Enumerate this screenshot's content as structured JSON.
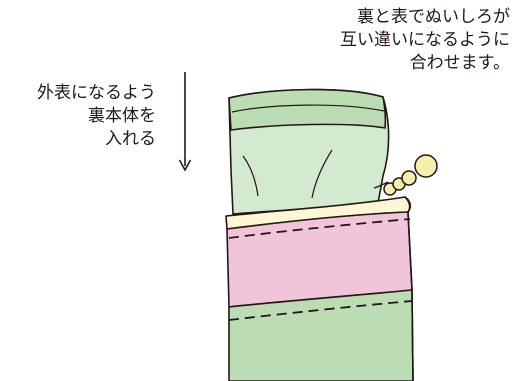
{
  "annotations": {
    "seam_note": [
      "裏と表でぬいしろが",
      "互い違いになるように",
      "合わせます。"
    ],
    "insert_note": [
      "外表になるよう",
      "裏本体を",
      "入れる"
    ]
  },
  "colors": {
    "green_fabric": "#bcdcb4",
    "light_green_lining": "#d4ead0",
    "pink_band": "#f2c4da",
    "cream_lining": "#fdf7d6",
    "bead": "#f4efad",
    "outline": "#231815"
  }
}
